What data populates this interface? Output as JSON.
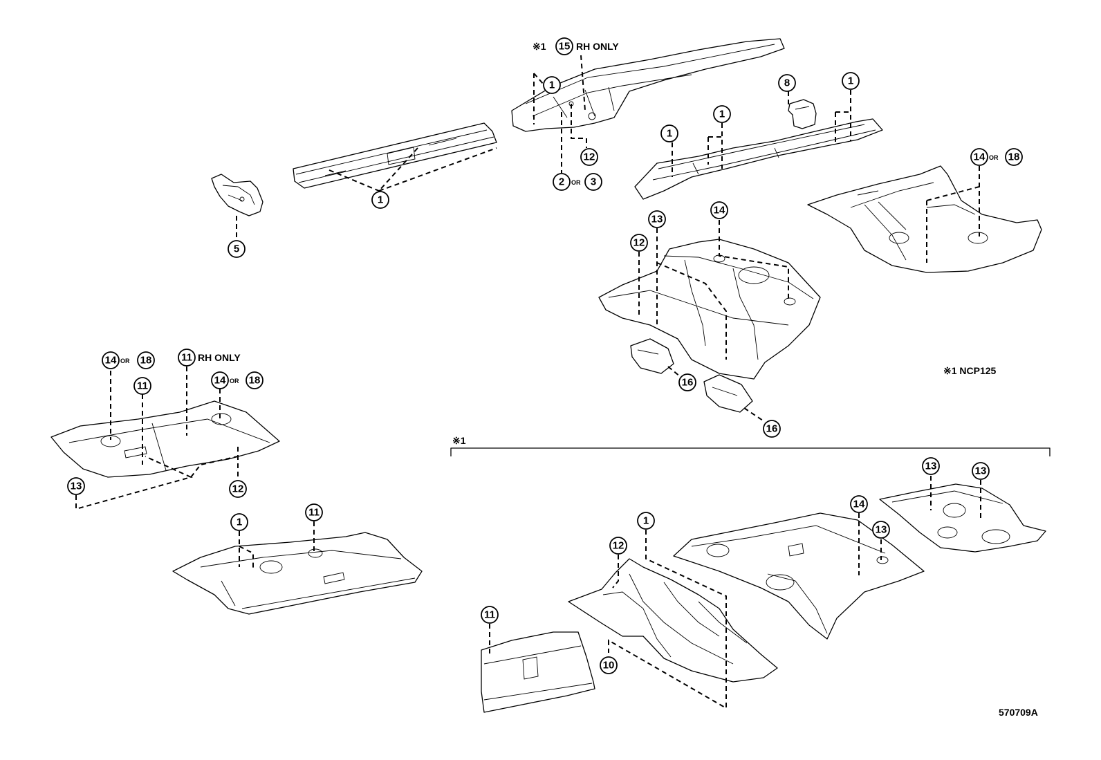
{
  "callouts": {
    "n1": "1",
    "n2": "2",
    "n3": "3",
    "n5": "5",
    "n8": "8",
    "n10": "10",
    "n11": "11",
    "n12": "12",
    "n13": "13",
    "n14": "14",
    "n15": "15",
    "n16": "16",
    "n18": "18"
  },
  "labels": {
    "or": "OR",
    "rh_only": "RH ONLY",
    "mark": "※1",
    "legend": "※1 NCP125",
    "figure_code": "570709A"
  }
}
